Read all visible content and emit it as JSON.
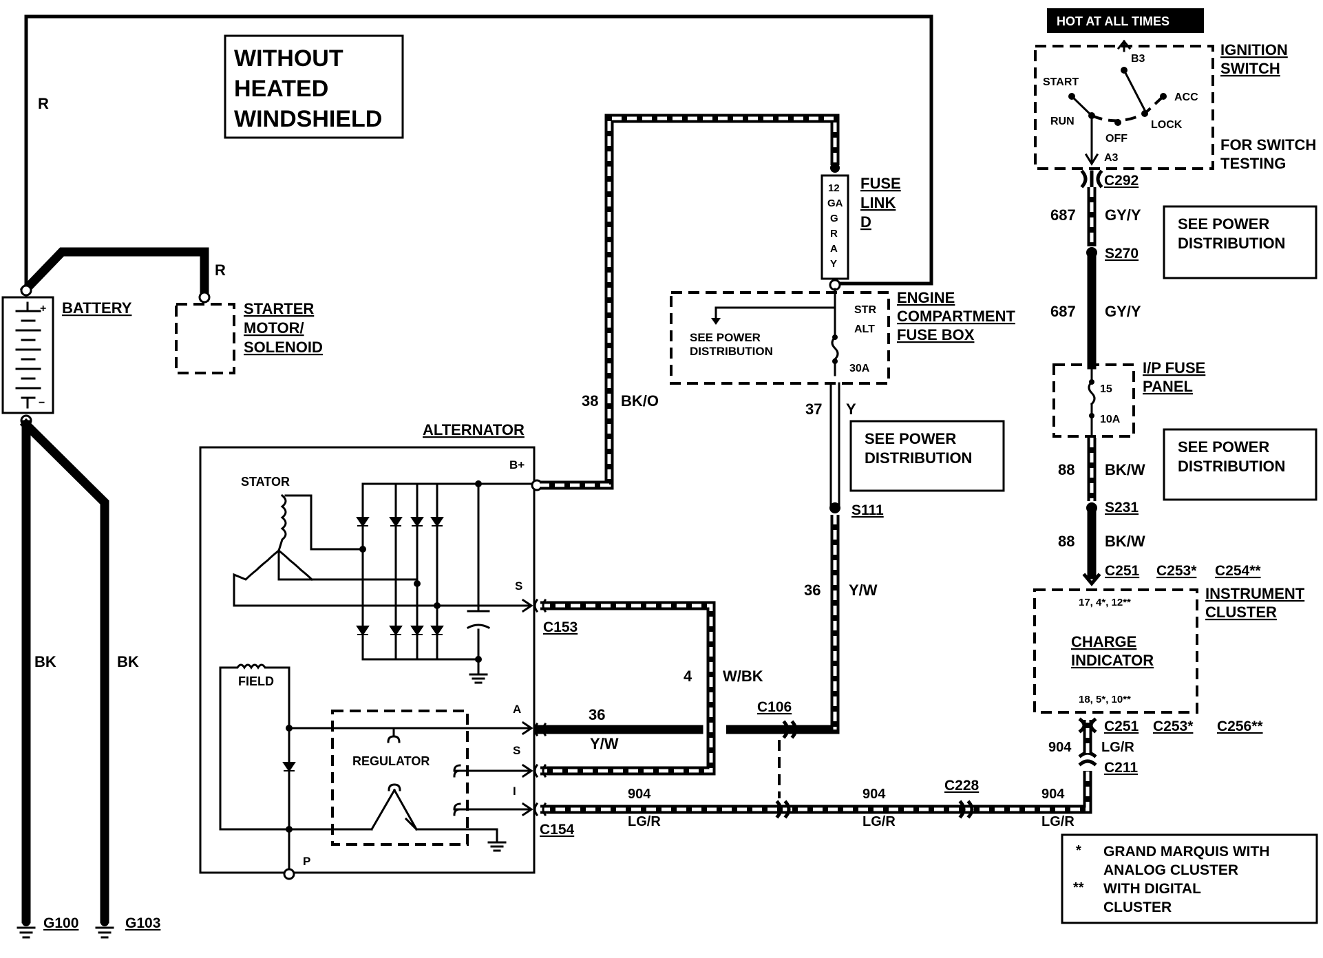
{
  "title_box": [
    "WITHOUT",
    "HEATED",
    "WINDSHIELD"
  ],
  "hot_label": "HOT AT ALL TIMES",
  "ignition": {
    "title": [
      "IGNITION",
      "SWITCH"
    ],
    "note": [
      "FOR SWITCH",
      "TESTING"
    ],
    "positions": [
      "START",
      "RUN",
      "OFF",
      "LOCK",
      "ACC"
    ],
    "terminals": [
      "B3",
      "A3"
    ]
  },
  "battery": "BATTERY",
  "battery_signs": [
    "+",
    "−"
  ],
  "starter": [
    "STARTER",
    "MOTOR/",
    "SOLENOID"
  ],
  "alternator": {
    "title": "ALTERNATOR",
    "stator": "STATOR",
    "field": "FIELD",
    "regulator": "REGULATOR",
    "terminals": [
      "B+",
      "S",
      "A",
      "S",
      "I",
      "P"
    ]
  },
  "fuse_link": {
    "name": [
      "FUSE",
      "LINK",
      "D"
    ],
    "gauge": [
      "12",
      "GA",
      "G",
      "R",
      "A",
      "Y"
    ]
  },
  "engine_box": {
    "title": [
      "ENGINE",
      "COMPARTMENT",
      "FUSE BOX"
    ],
    "inner": [
      "SEE POWER",
      "DISTRIBUTION"
    ],
    "fuse": [
      "STR",
      "ALT",
      "30A"
    ]
  },
  "ip_panel": {
    "title": [
      "I/P FUSE",
      "PANEL"
    ],
    "fuse": [
      "15",
      "10A"
    ]
  },
  "see_power_boxes": [
    [
      "SEE POWER",
      "DISTRIBUTION"
    ],
    [
      "SEE POWER",
      "DISTRIBUTION"
    ],
    [
      "SEE POWER",
      "DISTRIBUTION"
    ]
  ],
  "cluster": {
    "title": [
      "INSTRUMENT",
      "CLUSTER"
    ],
    "inner": [
      "CHARGE",
      "INDICATOR"
    ],
    "pins_top": "17, 4*, 12**",
    "pins_bottom": "18, 5*, 10**"
  },
  "wires": [
    {
      "circuit": "38",
      "color": "BK/O"
    },
    {
      "circuit": "37",
      "color": "Y"
    },
    {
      "circuit": "36",
      "color": "Y/W"
    },
    {
      "circuit": "36",
      "color": "Y/W"
    },
    {
      "circuit": "4",
      "color": "W/BK"
    },
    {
      "circuit": "904",
      "color": "LG/R"
    },
    {
      "circuit": "904",
      "color": "LG/R"
    },
    {
      "circuit": "904",
      "color": "LG/R"
    },
    {
      "circuit": "904",
      "color": "LG/R"
    },
    {
      "circuit": "687",
      "color": "GY/Y"
    },
    {
      "circuit": "687",
      "color": "GY/Y"
    },
    {
      "circuit": "88",
      "color": "BK/W"
    },
    {
      "circuit": "88",
      "color": "BK/W"
    }
  ],
  "battery_wires": [
    "R",
    "R",
    "BK",
    "BK"
  ],
  "connectors": [
    "C292",
    "S270",
    "S231",
    "C251",
    "C253*",
    "C254**",
    "C256**",
    "C211",
    "C228",
    "C106",
    "C153",
    "C154",
    "S111"
  ],
  "grounds": [
    "G100",
    "G103"
  ],
  "legend": [
    {
      "mark": "*",
      "text": [
        "GRAND MARQUIS WITH",
        "ANALOG CLUSTER"
      ]
    },
    {
      "mark": "**",
      "text": [
        "WITH DIGITAL",
        "CLUSTER"
      ]
    }
  ],
  "colors": {
    "ink": "#000000",
    "paper": "#ffffff"
  }
}
